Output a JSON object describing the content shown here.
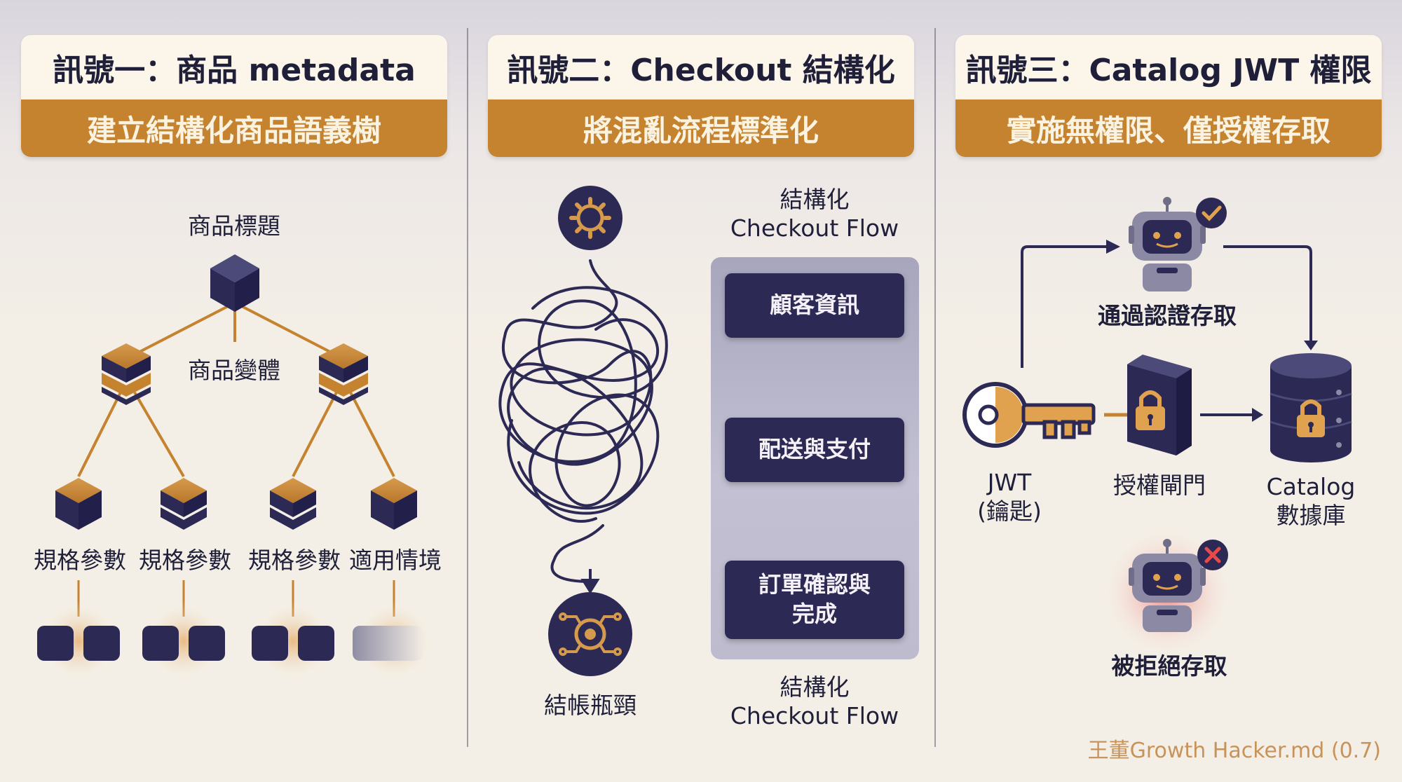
{
  "panels": [
    {
      "title": "訊號一：商品 metadata",
      "subtitle": "建立結構化商品語義樹",
      "labels": {
        "root": "商品標題",
        "variant": "商品變體",
        "leaf1": "規格參數",
        "leaf2": "規格參數",
        "leaf3": "規格參數",
        "leaf4": "適用情境"
      }
    },
    {
      "title": "訊號二：Checkout 結構化",
      "subtitle": "將混亂流程標準化",
      "flow_title_top": "結構化\nCheckout Flow",
      "flow_title_bottom": "結構化\nCheckout Flow",
      "bottleneck_label": "結帳瓶頸",
      "steps": [
        "顧客資訊",
        "配送與支付",
        "訂單確認與\n完成"
      ]
    },
    {
      "title": "訊號三：Catalog JWT 權限",
      "subtitle": "實施無權限、僅授權存取",
      "labels": {
        "approved": "通過認證存取",
        "jwt": "JWT\n(鑰匙)",
        "gate": "授權閘門",
        "catalog": "Catalog\n數據庫",
        "denied": "被拒絕存取"
      }
    }
  ],
  "watermark": "王董Growth Hacker.md (0.7)",
  "colors": {
    "navy": "#2c2a55",
    "gold": "#c5832f",
    "cream": "#fbf6e9"
  }
}
